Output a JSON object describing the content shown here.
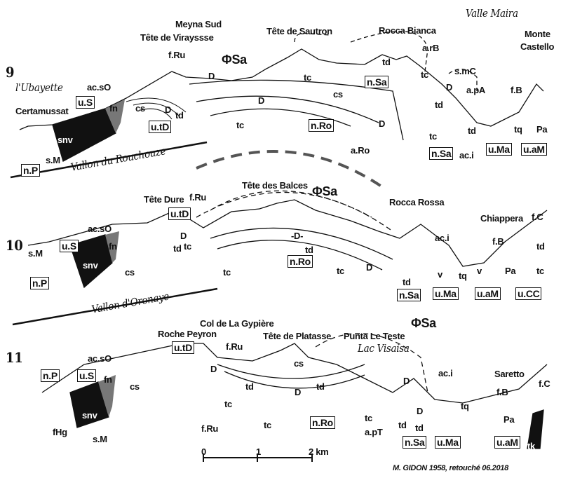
{
  "title": "Geological cross-sections 9, 10, 11",
  "section_9": {
    "labels": [
      "9",
      "l'Ubayette",
      "Certamussat",
      "u.S",
      "ac.sO",
      "fn",
      "cs",
      "snv",
      "s.M",
      "n.P",
      "Vallon du Rouchouze",
      "Meyna Sud",
      "Tête de Virayssse",
      "f.Ru",
      "ΦSa",
      "D",
      "D",
      "D",
      "td",
      "u.tD",
      "tc",
      "Tête de Sautron",
      "tc",
      "cs",
      "n.Ro",
      "D",
      "Rocca Bianca",
      "a.rB",
      "td",
      "n.Sa",
      "tc",
      "D",
      "s.mC",
      "a.pA",
      "td",
      "tc",
      "n.Sa",
      "ac.i",
      "td",
      "Valle Maira",
      "f.B",
      "Monte",
      "Castello",
      "tq",
      "Pa",
      "u.Ma",
      "u.aM",
      "a.Ro"
    ]
  },
  "section_10": {
    "labels": [
      "10",
      "Tête Dure",
      "f.Ru",
      "Tête des Balces",
      "ΦSa",
      "Rocca Rossa",
      "u.tD",
      "ac.sO",
      "u.S",
      "fn",
      "s.M",
      "snv",
      "cs",
      "D",
      "td",
      "tc",
      "-D-",
      "td",
      "tc",
      "n.Ro",
      "tc",
      "D",
      "n.Sa",
      "td",
      "ac.i",
      "Chiappera",
      "f.B",
      "f.C",
      "td",
      "tc",
      "v",
      "tq",
      "v",
      "Pa",
      "u.Ma",
      "u.aM",
      "u.CC",
      "n.P",
      "Vallon d'Oronaye"
    ]
  },
  "section_11": {
    "labels": [
      "11",
      "Roche Peyron",
      "Col de La Gypière",
      "u.tD",
      "f.Ru",
      "Tête de Platasse",
      "Punta Le Teste",
      "ΦSa",
      "Lac Visaisa",
      "ac.sO",
      "n.P",
      "u.S",
      "fn",
      "cs",
      "D",
      "cs",
      "td",
      "td",
      "D",
      "tc",
      "tc",
      "n.Ro",
      "tc",
      "D",
      "td",
      "td",
      "D",
      "a.pT",
      "n.Sa",
      "ac.i",
      "tq",
      "Saretto",
      "f.B",
      "Pa",
      "u.Ma",
      "u.aM",
      "f.C",
      "tk",
      "snv",
      "fHg",
      "s.M",
      "f.Ru"
    ]
  },
  "scale": {
    "labels": [
      "0",
      "1",
      "2 km"
    ]
  },
  "credit": {
    "labels": [
      "M. GIDON 1958,  retouché 06.2018"
    ]
  }
}
